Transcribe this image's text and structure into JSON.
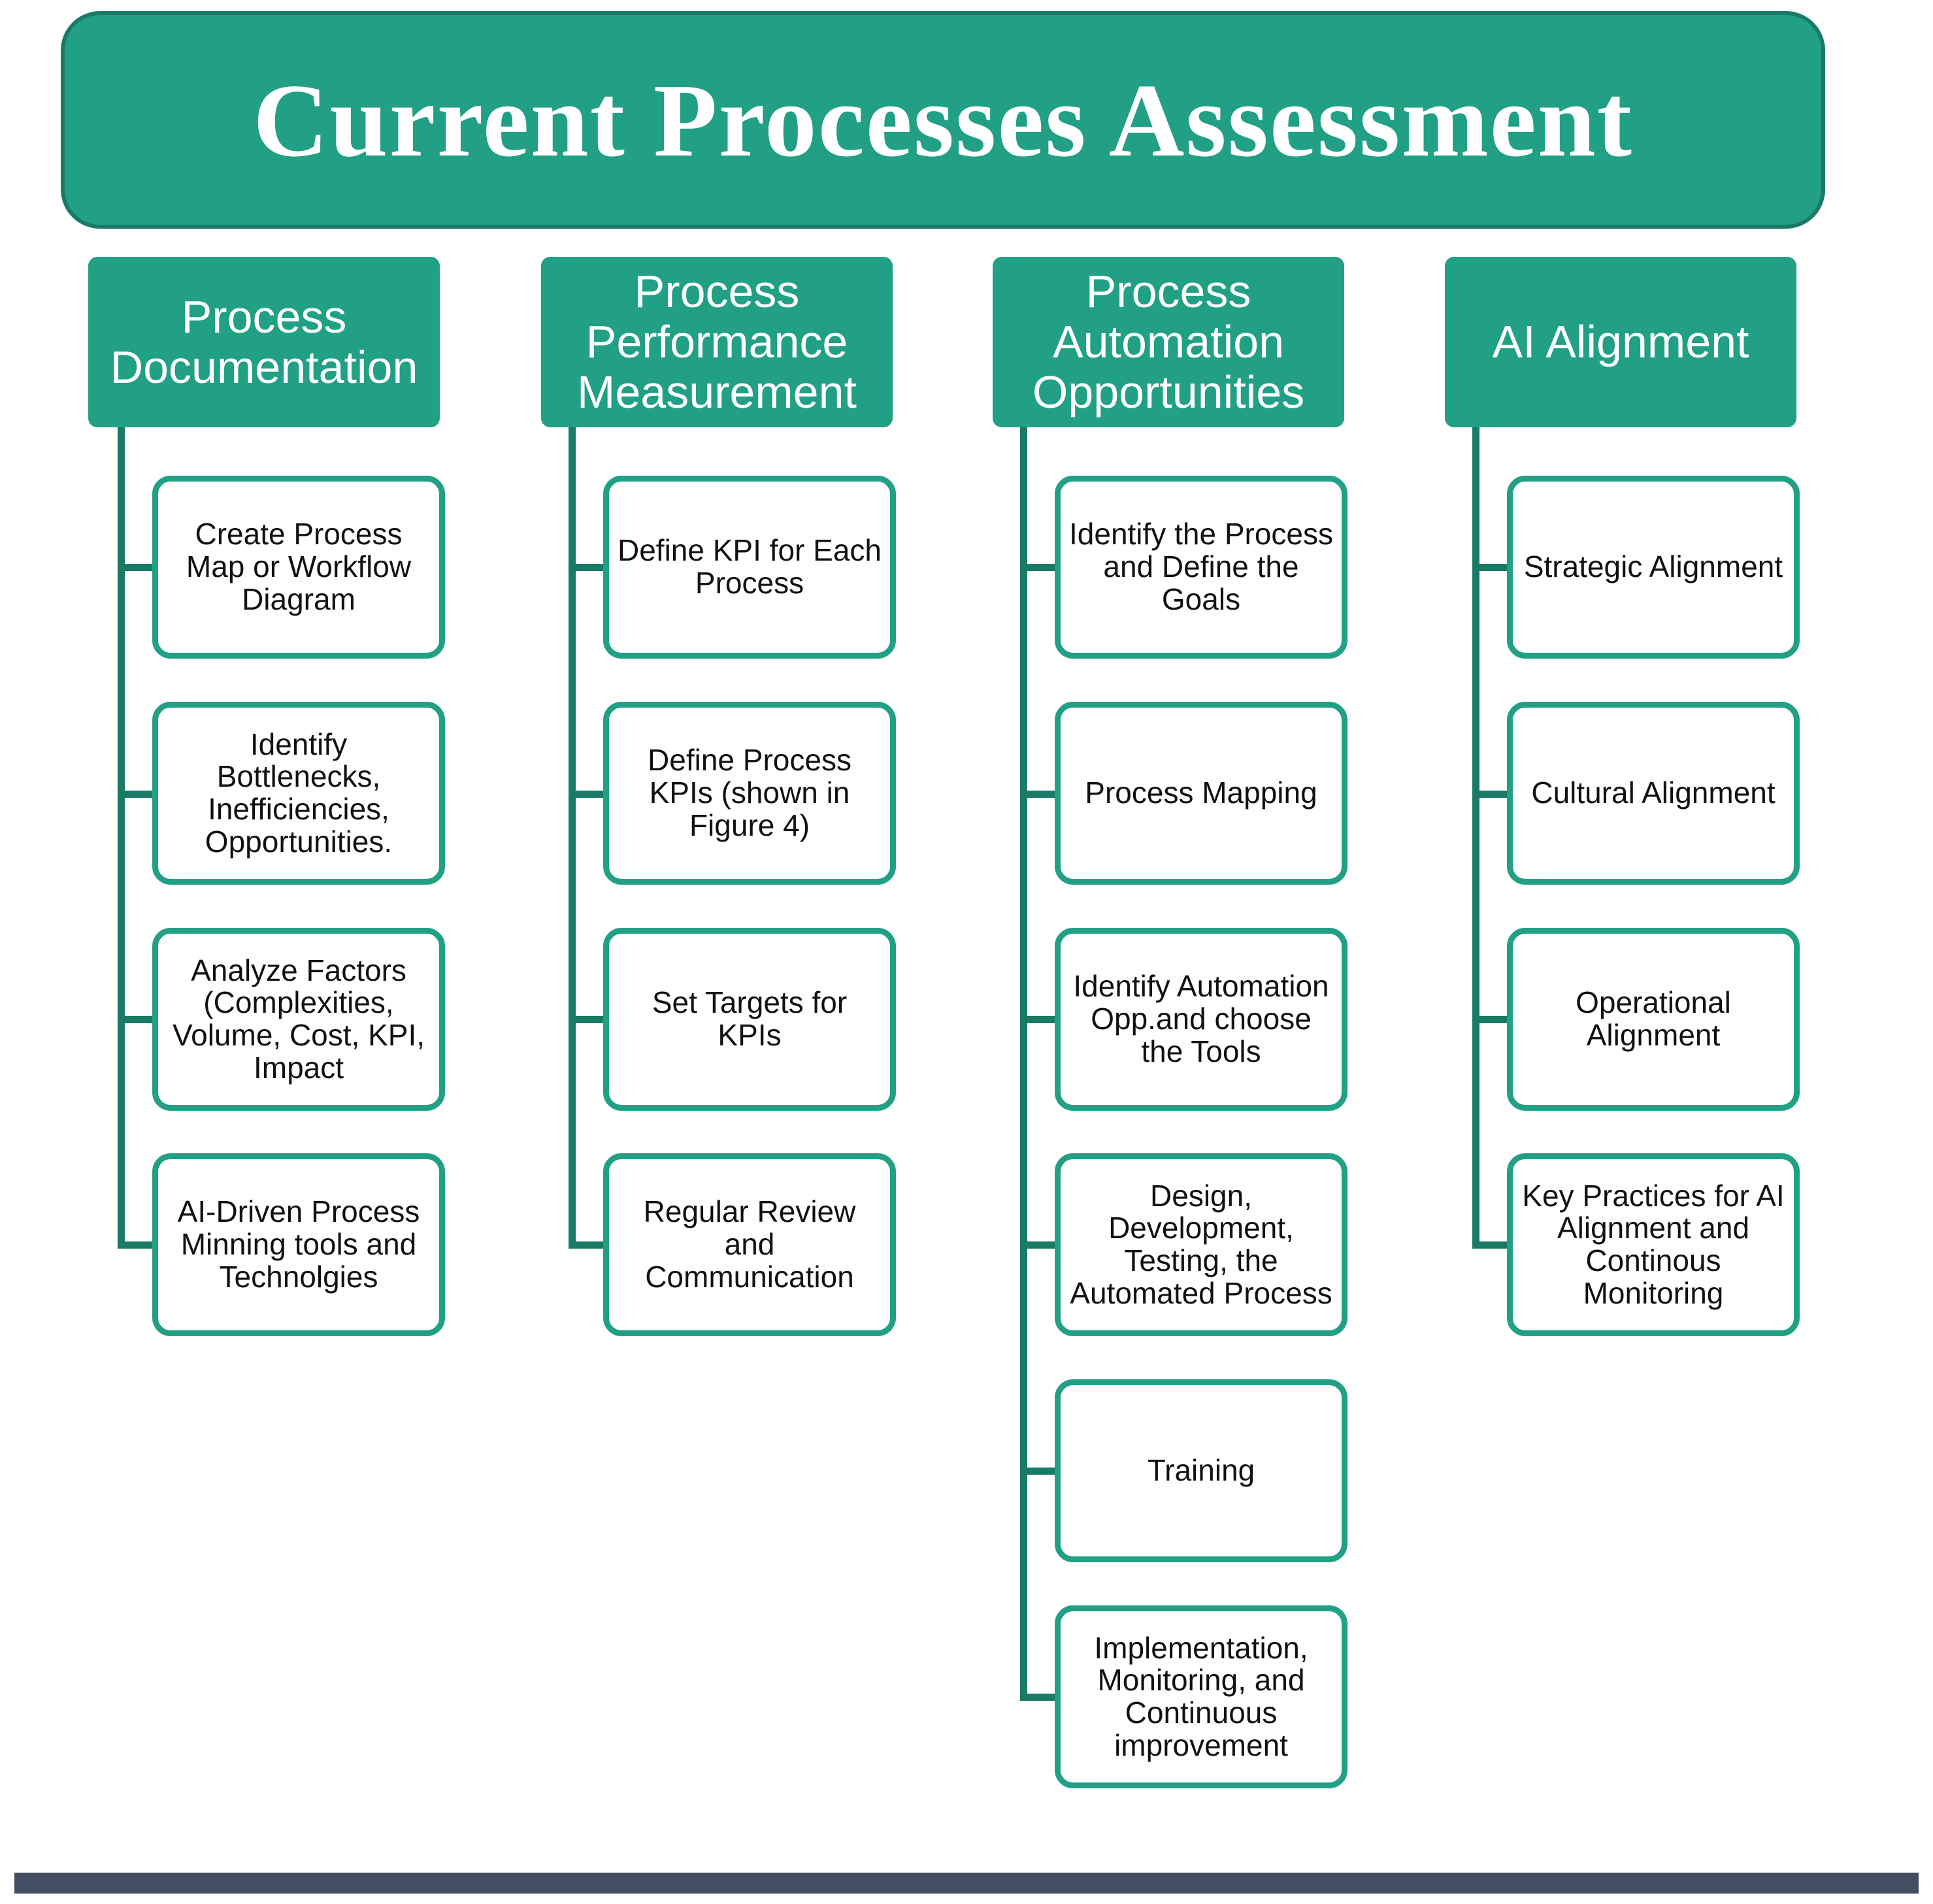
{
  "title": "Current Processes Assessment",
  "colors": {
    "teal": "#21a085",
    "teal_dark": "#197a66",
    "footer": "#444e63"
  },
  "columns": [
    {
      "header": "Process Documentation",
      "items": [
        "Create Process Map or Workflow Diagram",
        "Identify Bottlenecks, Inefficiencies, Opportunities.",
        "Analyze Factors (Complexities, Volume, Cost, KPI, Impact",
        "AI-Driven Process Minning tools and Technolgies"
      ]
    },
    {
      "header": "Process Performance Measurement",
      "items": [
        "Define KPI for Each Process",
        "Define Process KPIs (shown in Figure 4)",
        "Set Targets for KPIs",
        "Regular Review and Communication"
      ]
    },
    {
      "header": "Process Automation Opportunities",
      "items": [
        "Identify the Process and Define the Goals",
        "Process Mapping",
        "Identify Automation Opp.and choose the Tools",
        "Design, Development, Testing, the Automated Process",
        "Training",
        "Implementation, Monitoring, and Continuous improvement"
      ]
    },
    {
      "header": "AI Alignment",
      "items": [
        "Strategic Alignment",
        "Cultural Alignment",
        "Operational Alignment",
        "Key Practices for AI Alignment  and Continous Monitoring"
      ]
    }
  ]
}
